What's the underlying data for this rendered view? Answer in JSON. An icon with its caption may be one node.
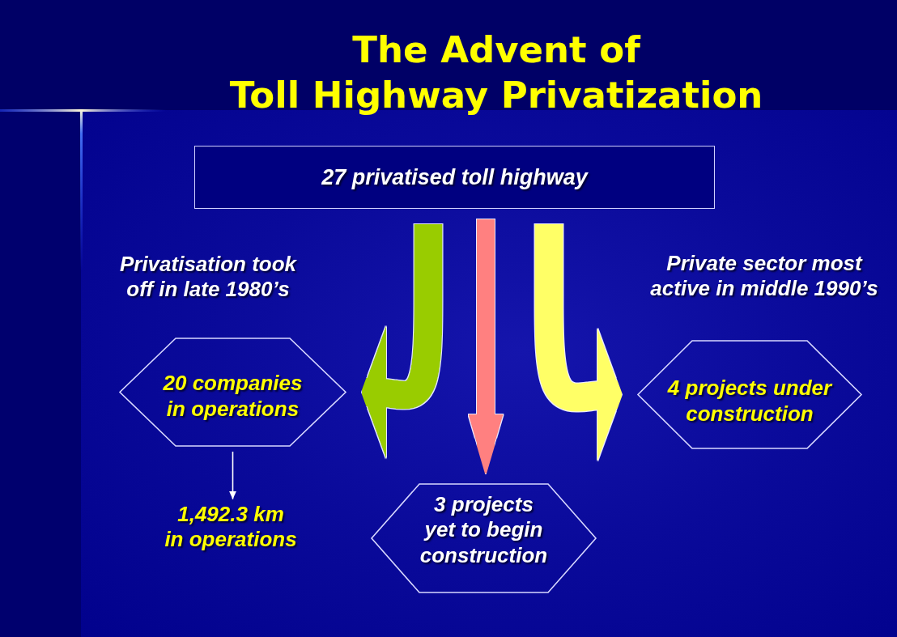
{
  "diagram": {
    "title": "The Advent of Toll Highway Privatization",
    "nodes": [
      {
        "text": [
          "27 privatised toll highway"
        ]
      },
      {
        "text": [
          "20 companies in operations"
        ],
        "beside": [
          "Privatisation took off in late 1980’s"
        ]
      },
      {
        "text": [
          "4 projects under construction"
        ],
        "beside": [
          "Private sector most active in middle 1990’s"
        ]
      },
      {
        "text": [
          "1,492.3 km in operations"
        ]
      },
      {
        "text": [
          "3 projects yet to begin construction"
        ]
      }
    ],
    "edges": [
      {
        "from": 0,
        "to": 1,
        "arrow": "to",
        "color": "#99cc00"
      },
      {
        "from": 0,
        "to": 4,
        "arrow": "to",
        "color": "#ff8080"
      },
      {
        "from": 0,
        "to": 2,
        "arrow": "to",
        "color": "#ffff66"
      },
      {
        "from": 1,
        "to": 3,
        "arrow": "to",
        "color": "#ffffff"
      }
    ]
  }
}
